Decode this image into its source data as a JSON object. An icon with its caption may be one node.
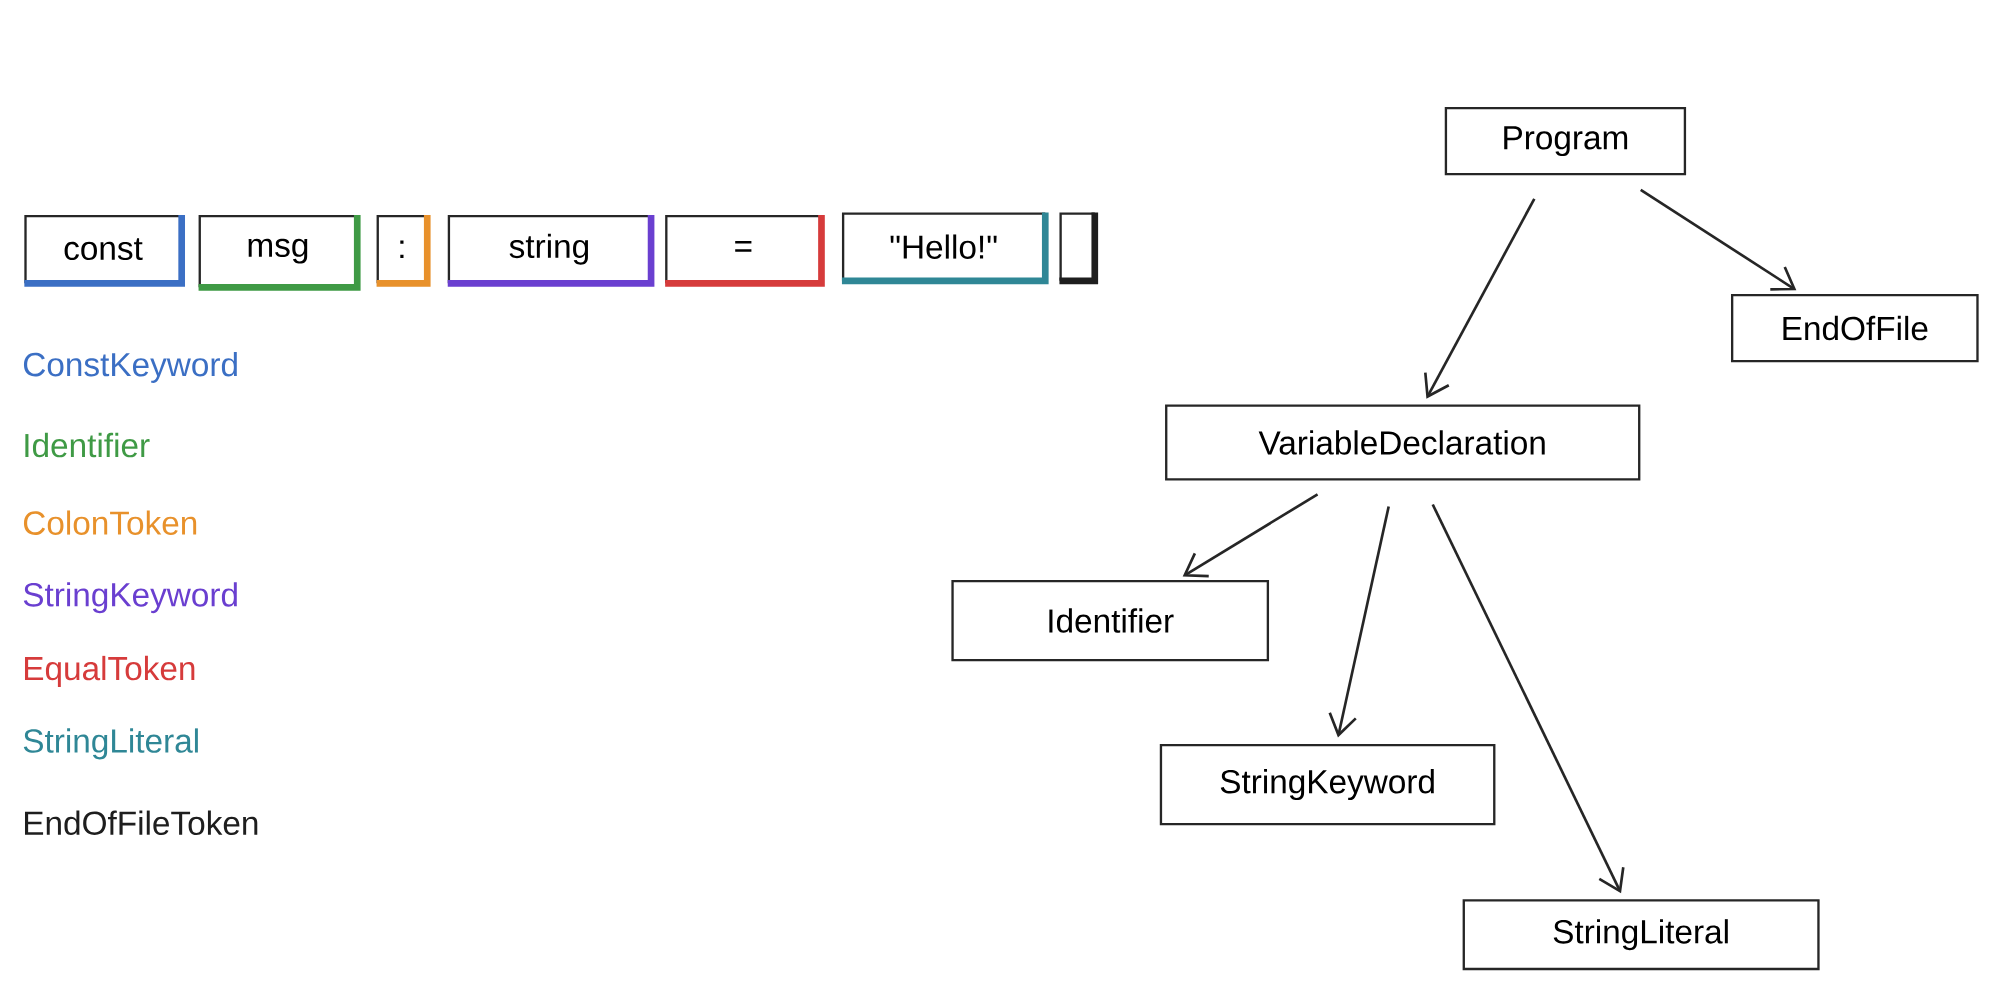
{
  "diagram": {
    "nodes": [
      {
        "text": [
          "const"
        ]
      },
      {
        "text": [
          "msg"
        ]
      },
      {
        "text": [
          ":"
        ]
      },
      {
        "text": [
          "string"
        ]
      },
      {
        "text": [
          "="
        ]
      },
      {
        "text": [
          "\"Hello!\""
        ]
      },
      {
        "text": [],
        "shape": "box"
      },
      {
        "text": [
          "Program"
        ]
      },
      {
        "text": [
          "EndOfFile"
        ]
      },
      {
        "text": [
          "VariableDeclaration"
        ]
      },
      {
        "text": [
          "Identifier"
        ]
      },
      {
        "text": [
          "StringKeyword"
        ]
      },
      {
        "text": [
          "StringLiteral"
        ]
      }
    ],
    "edges": [
      {
        "from": 7,
        "to": 9,
        "arrow": "to"
      },
      {
        "from": 7,
        "to": 8,
        "arrow": "to"
      },
      {
        "from": 9,
        "to": 10,
        "arrow": "to"
      },
      {
        "from": 9,
        "to": 11,
        "arrow": "to"
      },
      {
        "from": 9,
        "to": 12,
        "arrow": "to"
      }
    ],
    "legend": [
      {
        "text": "ConstKeyword",
        "color": "#3b6fc4"
      },
      {
        "text": "Identifier",
        "color": "#3f9a45"
      },
      {
        "text": "ColonToken",
        "color": "#e8912b"
      },
      {
        "text": "StringKeyword",
        "color": "#6a3fd0"
      },
      {
        "text": "EqualToken",
        "color": "#d63b3b"
      },
      {
        "text": "StringLiteral",
        "color": "#2f8796"
      },
      {
        "text": "EndOfFileToken",
        "color": "#1e1e1e"
      }
    ]
  }
}
